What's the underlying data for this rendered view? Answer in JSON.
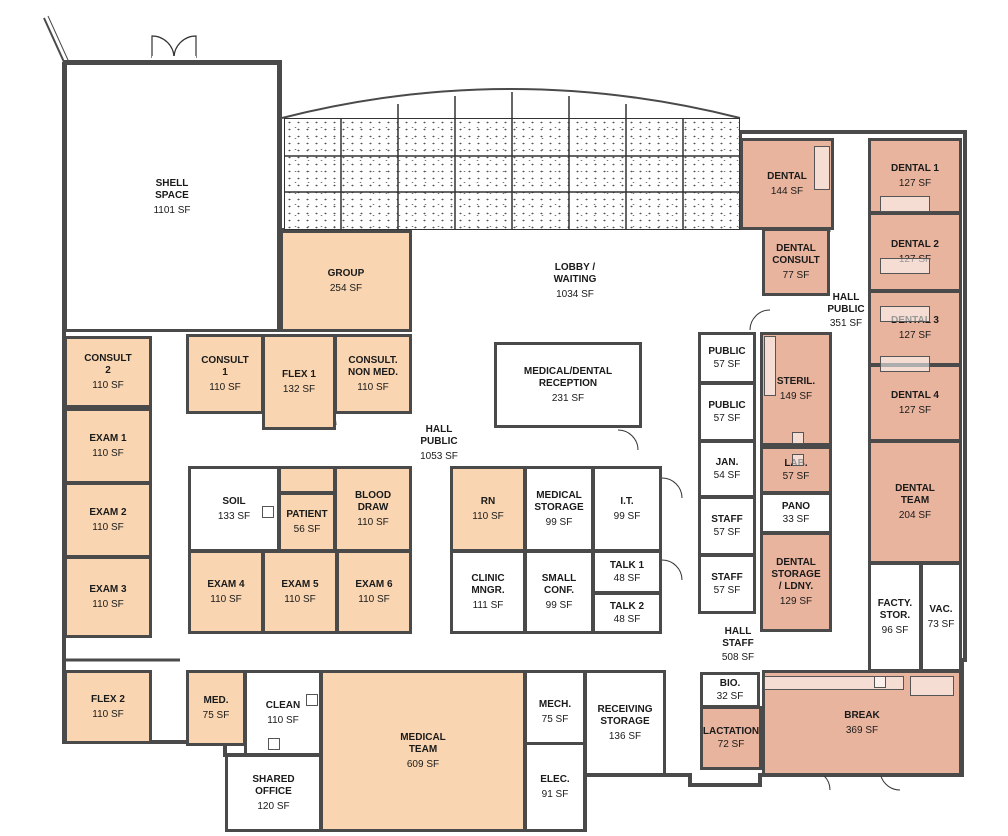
{
  "title": "",
  "rooms": [
    {
      "id": "shell",
      "name": "SHELL\nSPACE",
      "sf": "1101 SF",
      "fill": "w"
    },
    {
      "id": "group",
      "name": "GROUP",
      "sf": "254 SF",
      "fill": "o"
    },
    {
      "id": "lobby",
      "name": "LOBBY /\nWAITING",
      "sf": "1034 SF",
      "fill": "free"
    },
    {
      "id": "consult2",
      "name": "CONSULT\n2",
      "sf": "110 SF",
      "fill": "o"
    },
    {
      "id": "consult1",
      "name": "CONSULT\n1",
      "sf": "110 SF",
      "fill": "o"
    },
    {
      "id": "flex1",
      "name": "FLEX 1",
      "sf": "132 SF",
      "fill": "o"
    },
    {
      "id": "consultnm",
      "name": "CONSULT.\nNON MED.",
      "sf": "110 SF",
      "fill": "o"
    },
    {
      "id": "reception",
      "name": "MEDICAL/DENTAL\nRECEPTION",
      "sf": "231 SF",
      "fill": "w"
    },
    {
      "id": "exam1",
      "name": "EXAM 1",
      "sf": "110 SF",
      "fill": "o"
    },
    {
      "id": "exam2",
      "name": "EXAM 2",
      "sf": "110 SF",
      "fill": "o"
    },
    {
      "id": "exam3",
      "name": "EXAM 3",
      "sf": "110 SF",
      "fill": "o"
    },
    {
      "id": "hallpublic1",
      "name": "HALL\nPUBLIC",
      "sf": "1053 SF",
      "fill": "free"
    },
    {
      "id": "soil",
      "name": "SOIL",
      "sf": "133 SF",
      "fill": "w"
    },
    {
      "id": "patient",
      "name": "PATIENT",
      "sf": "56 SF",
      "fill": "o"
    },
    {
      "id": "blooddraw",
      "name": "BLOOD\nDRAW",
      "sf": "110 SF",
      "fill": "o"
    },
    {
      "id": "exam4",
      "name": "EXAM 4",
      "sf": "110 SF",
      "fill": "o"
    },
    {
      "id": "exam5",
      "name": "EXAM 5",
      "sf": "110 SF",
      "fill": "o"
    },
    {
      "id": "exam6",
      "name": "EXAM 6",
      "sf": "110 SF",
      "fill": "o"
    },
    {
      "id": "rn",
      "name": "RN",
      "sf": "110 SF",
      "fill": "o"
    },
    {
      "id": "medstorage",
      "name": "MEDICAL\nSTORAGE",
      "sf": "99 SF",
      "fill": "w"
    },
    {
      "id": "it",
      "name": "I.T.",
      "sf": "99 SF",
      "fill": "w"
    },
    {
      "id": "clinicmngr",
      "name": "CLINIC\nMNGR.",
      "sf": "111 SF",
      "fill": "w"
    },
    {
      "id": "smallconf",
      "name": "SMALL\nCONF.",
      "sf": "99 SF",
      "fill": "w"
    },
    {
      "id": "talk1",
      "name": "TALK 1",
      "sf": "48 SF",
      "fill": "w"
    },
    {
      "id": "talk2",
      "name": "TALK 2",
      "sf": "48 SF",
      "fill": "w"
    },
    {
      "id": "flex2",
      "name": "FLEX 2",
      "sf": "110 SF",
      "fill": "o"
    },
    {
      "id": "med",
      "name": "MED.",
      "sf": "75 SF",
      "fill": "o"
    },
    {
      "id": "clean",
      "name": "CLEAN",
      "sf": "110 SF",
      "fill": "w"
    },
    {
      "id": "sharedoffice",
      "name": "SHARED\nOFFICE",
      "sf": "120 SF",
      "fill": "w"
    },
    {
      "id": "medicalteam",
      "name": "MEDICAL\nTEAM",
      "sf": "609 SF",
      "fill": "o"
    },
    {
      "id": "mech",
      "name": "MECH.",
      "sf": "75 SF",
      "fill": "w"
    },
    {
      "id": "elec",
      "name": "ELEC.",
      "sf": "91 SF",
      "fill": "w"
    },
    {
      "id": "receiving",
      "name": "RECEIVING\nSTORAGE",
      "sf": "136 SF",
      "fill": "w"
    },
    {
      "id": "public1",
      "name": "PUBLIC",
      "sf": "57 SF",
      "fill": "w"
    },
    {
      "id": "public2",
      "name": "PUBLIC",
      "sf": "57 SF",
      "fill": "w"
    },
    {
      "id": "jan",
      "name": "JAN.",
      "sf": "54 SF",
      "fill": "w"
    },
    {
      "id": "staff1",
      "name": "STAFF",
      "sf": "57 SF",
      "fill": "w"
    },
    {
      "id": "staff2",
      "name": "STAFF",
      "sf": "57 SF",
      "fill": "w"
    },
    {
      "id": "hallstaff",
      "name": "HALL\nSTAFF",
      "sf": "508 SF",
      "fill": "free"
    },
    {
      "id": "bio",
      "name": "BIO.",
      "sf": "32 SF",
      "fill": "w"
    },
    {
      "id": "lactation",
      "name": "LACTATION",
      "sf": "72 SF",
      "fill": "p"
    },
    {
      "id": "dental",
      "name": "DENTAL",
      "sf": "144 SF",
      "fill": "p"
    },
    {
      "id": "dentalconsult",
      "name": "DENTAL\nCONSULT",
      "sf": "77 SF",
      "fill": "p"
    },
    {
      "id": "hallpublic2",
      "name": "HALL\nPUBLIC",
      "sf": "351 SF",
      "fill": "free"
    },
    {
      "id": "steril",
      "name": "STERIL.",
      "sf": "149 SF",
      "fill": "p"
    },
    {
      "id": "lab",
      "name": "LAB.",
      "sf": "57 SF",
      "fill": "p"
    },
    {
      "id": "pano",
      "name": "PANO",
      "sf": "33 SF",
      "fill": "w"
    },
    {
      "id": "dentalstorage",
      "name": "DENTAL\nSTORAGE\n/ LDNY.",
      "sf": "129 SF",
      "fill": "p"
    },
    {
      "id": "dental1",
      "name": "DENTAL 1",
      "sf": "127 SF",
      "fill": "p"
    },
    {
      "id": "dental2",
      "name": "DENTAL 2",
      "sf": "127 SF",
      "fill": "p"
    },
    {
      "id": "dental3",
      "name": "DENTAL 3",
      "sf": "127 SF",
      "fill": "p"
    },
    {
      "id": "dental4",
      "name": "DENTAL 4",
      "sf": "127 SF",
      "fill": "p"
    },
    {
      "id": "dentalteam",
      "name": "DENTAL\nTEAM",
      "sf": "204 SF",
      "fill": "p"
    },
    {
      "id": "factystor",
      "name": "FACTY.\nSTOR.",
      "sf": "96 SF",
      "fill": "w"
    },
    {
      "id": "vac",
      "name": "VAC.",
      "sf": "73 SF",
      "fill": "w"
    },
    {
      "id": "break",
      "name": "BREAK",
      "sf": "369 SF",
      "fill": "p"
    }
  ],
  "colors": {
    "wall": "#4a4a4a",
    "orange": "#f9d6b1",
    "pink": "#e9b49e",
    "white": "#ffffff"
  }
}
